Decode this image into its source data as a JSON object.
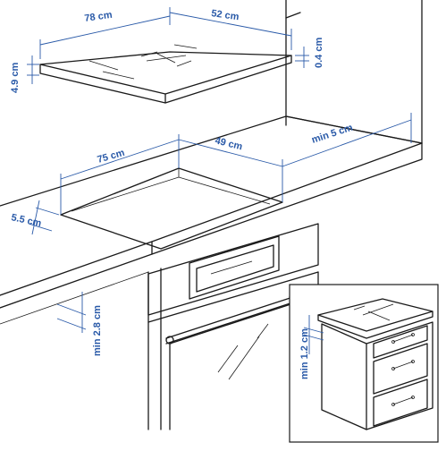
{
  "hob": {
    "width_label": "78 cm",
    "depth_label": "52 cm",
    "height_label": "4.9 cm",
    "glass_label": "0.4 cm"
  },
  "cutout": {
    "width_label": "75 cm",
    "depth_label": "49 cm",
    "front_margin_label": "5.5 cm",
    "back_margin_label": "min 5 cm"
  },
  "worktop": {
    "gap_label": "min 2.8 cm"
  },
  "inset": {
    "gap_label": "min 1.2 cm"
  }
}
